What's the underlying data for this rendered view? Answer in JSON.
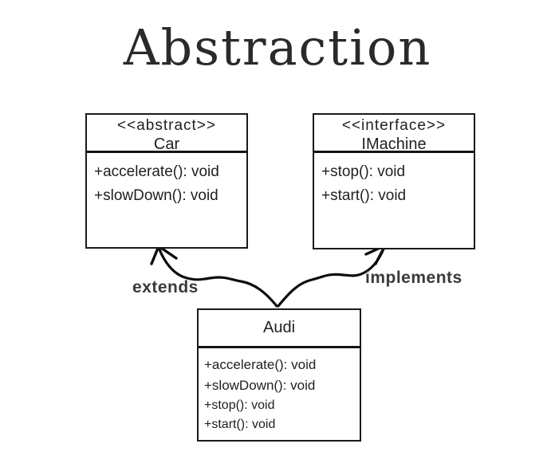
{
  "title": "Abstraction",
  "colors": {
    "background": "#ffffff",
    "ink": "#1f1f1f",
    "box_border": "#1a1a1a",
    "arrow": "#0d0d0d",
    "relationship_label": "#3a3a3a"
  },
  "boxes": {
    "car": {
      "stereotype": "<<abstract>>",
      "name": "Car",
      "methods": [
        "+accelerate(): void",
        "+slowDown(): void"
      ]
    },
    "imachine": {
      "stereotype": "<<interface>>",
      "name": "IMachine",
      "methods": [
        "+stop(): void",
        "+start(): void"
      ]
    },
    "audi": {
      "name": "Audi",
      "methods": [
        "+accelerate(): void",
        "+slowDown(): void",
        "+stop(): void",
        "+start(): void"
      ]
    }
  },
  "relationships": [
    {
      "label": "extends",
      "from": "Audi",
      "to": "Car"
    },
    {
      "label": "implements",
      "from": "Audi",
      "to": "IMachine"
    }
  ]
}
